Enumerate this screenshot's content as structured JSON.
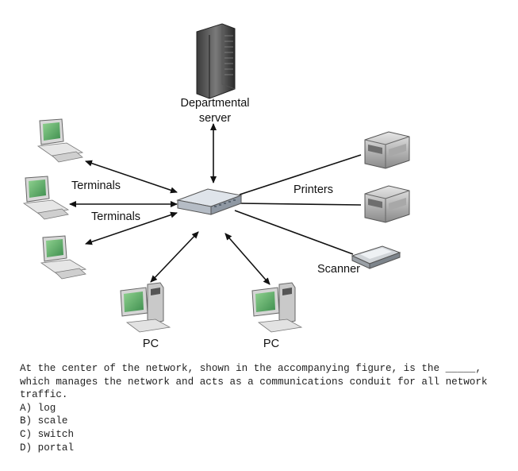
{
  "diagram": {
    "labels": {
      "server_line1": "Departmental",
      "server_line2": "server",
      "terminals_1": "Terminals",
      "terminals_2": "Terminals",
      "printers": "Printers",
      "scanner": "Scanner",
      "pc_1": "PC",
      "pc_2": "PC"
    },
    "icons": [
      "server-icon",
      "switch-icon",
      "terminal-icon",
      "printer-icon",
      "scanner-icon",
      "pc-icon"
    ]
  },
  "question": {
    "text": "At the center of the network, shown in the accompanying figure, is the _____, which manages the network and acts as a communications conduit for all network traffic.",
    "options": [
      "A) log",
      "B) scale",
      "C) switch",
      "D) portal"
    ]
  }
}
